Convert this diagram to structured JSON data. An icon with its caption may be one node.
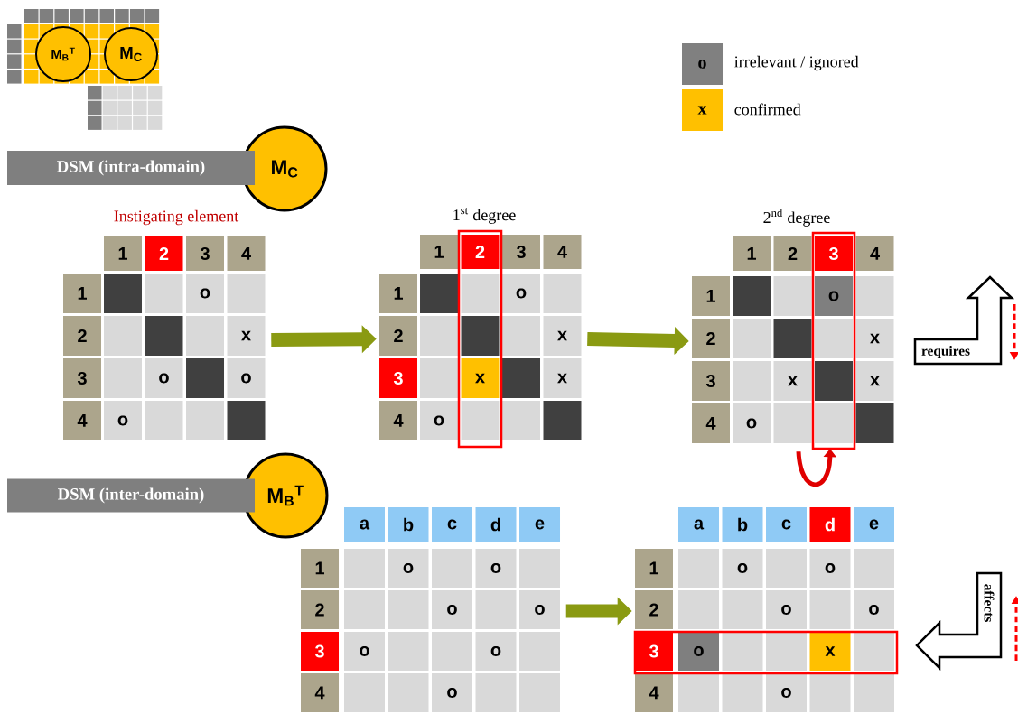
{
  "diagram": {
    "nodes": [
      {
        "text": [
          "M$_{B}$$^{T}$"
        ]
      },
      {
        "text": [
          "M$_{C}$"
        ]
      },
      {
        "text": [
          "DSM (intra-domain)"
        ]
      },
      {
        "text": [
          "M$_{C}$"
        ]
      },
      {
        "text": [
          "DSM (inter-domain)"
        ]
      },
      {
        "text": [
          "M$_{B}$$^{T}$"
        ]
      },
      {
        "text": [
          "Instigating element"
        ]
      },
      {
        "text": [
          "1$^{st}$ degree"
        ]
      },
      {
        "text": [
          "2$^{nd}$ degree"
        ]
      },
      {
        "text": [],
        "shape": "grid"
      },
      {
        "text": [],
        "shape": "grid"
      },
      {
        "text": [
          "requires"
        ]
      },
      {
        "text": [
          "affects"
        ]
      }
    ],
    "edges": [
      {
        "from": 6,
        "to": 7,
        "arrow": "to"
      },
      {
        "from": 7,
        "to": 8,
        "arrow": "to"
      },
      {
        "from": 9,
        "to": 10,
        "arrow": "to"
      },
      {
        "from": 8,
        "to": 8,
        "arrow": "to",
        "color": "#e00000"
      }
    ],
    "labels": [
      "o",
      "x",
      "1",
      "2",
      "3",
      "4",
      "1",
      "o",
      "2",
      "x",
      "3",
      "o",
      "o",
      "4",
      "o",
      "1",
      "2",
      "3",
      "4",
      "1",
      "o",
      "2",
      "x",
      "3",
      "x",
      "x",
      "4",
      "o",
      "1",
      "2",
      "3",
      "4",
      "1",
      "o",
      "2",
      "x",
      "3",
      "x",
      "x",
      "4",
      "o",
      "a",
      "b",
      "c",
      "d",
      "e",
      "1",
      "o",
      "o",
      "2",
      "o",
      "o",
      "3",
      "o",
      "o",
      "4",
      "o",
      "a",
      "b",
      "c",
      "d",
      "e",
      "1",
      "o",
      "o",
      "2",
      "o",
      "o",
      "3",
      "o",
      "x",
      "4",
      "o"
    ],
    "legend": [
      {
        "text": "irrelevant / ignored",
        "color": "#808080"
      },
      {
        "text": "confirmed",
        "color": "#ffc000"
      }
    ]
  }
}
